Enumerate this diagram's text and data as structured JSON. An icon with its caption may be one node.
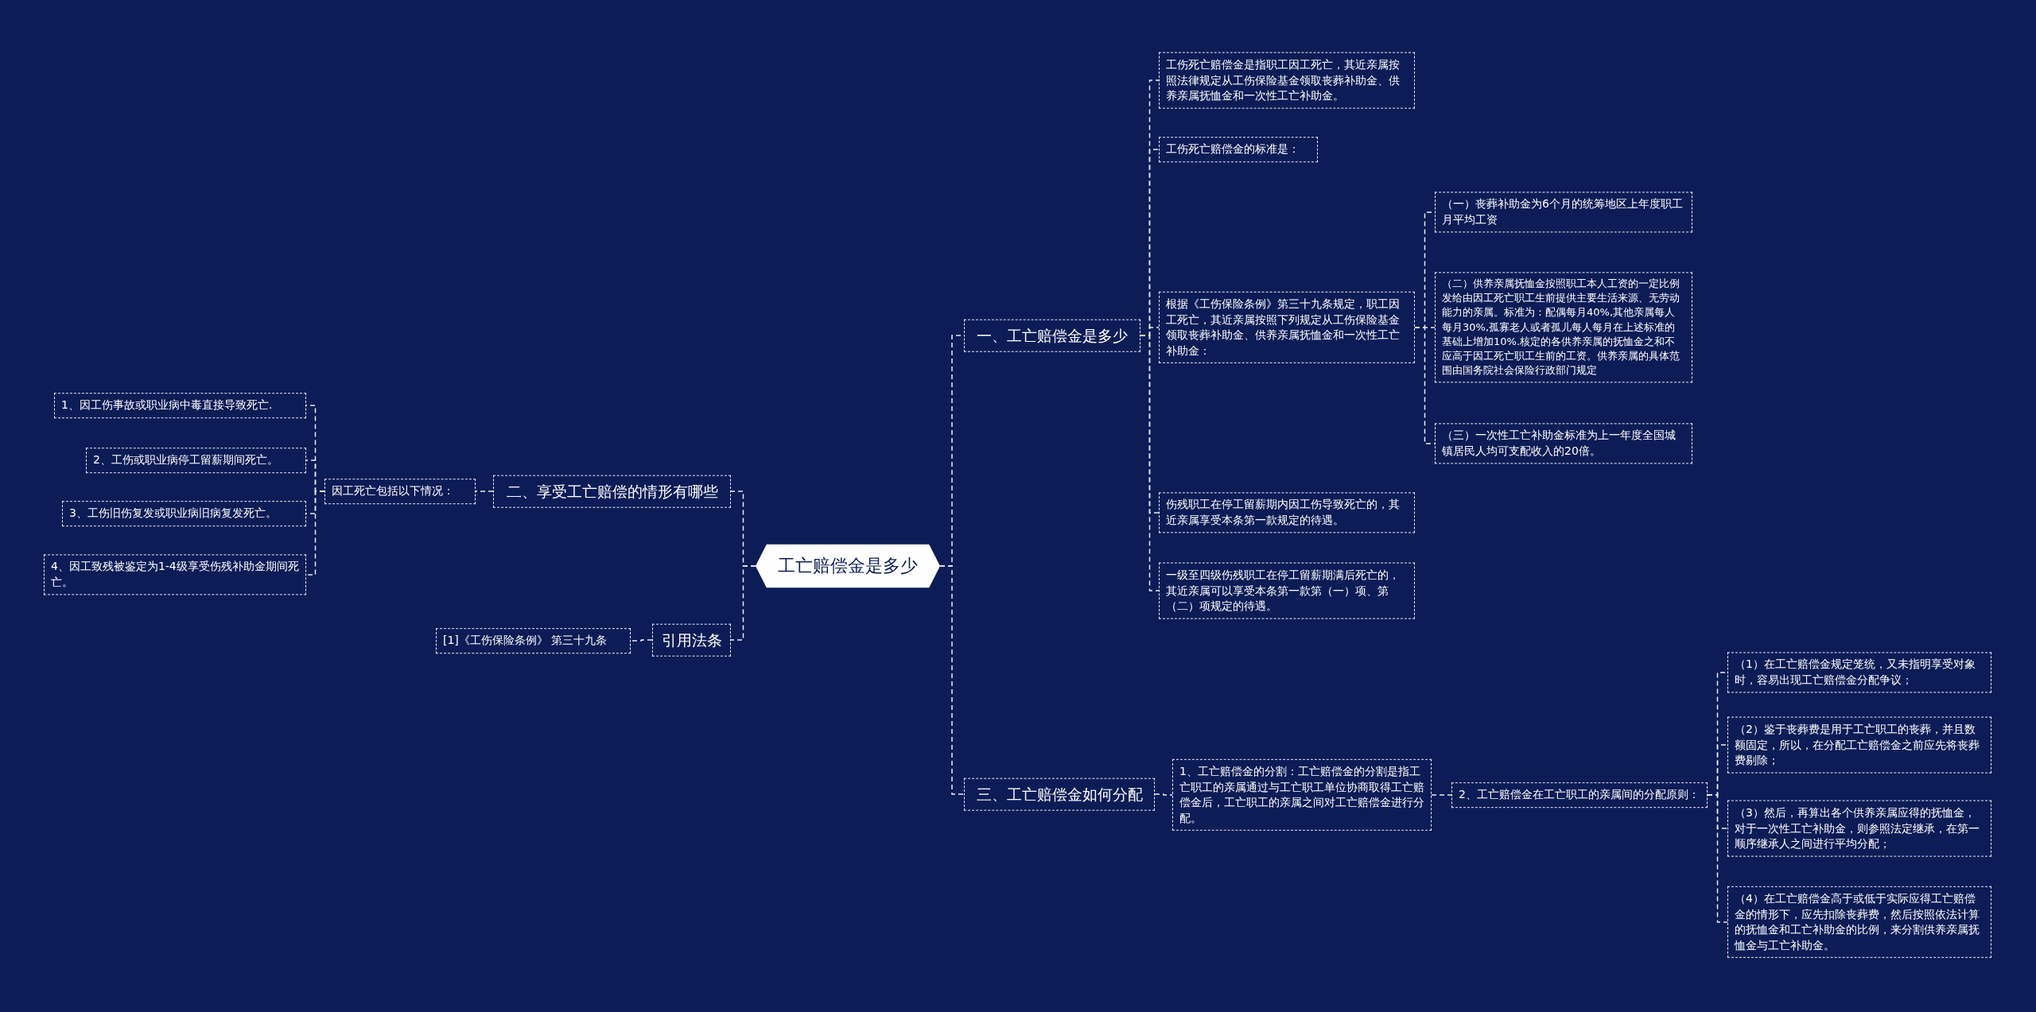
{
  "diagram": {
    "nodes": [
      {
        "text": [
          "工亡赔偿金是多少"
        ]
      },
      {
        "text": [
          "一、工亡赔偿金是多少"
        ]
      },
      {
        "text": [
          "工伤死亡赔偿金是指职工因工死亡，其近亲属按照法律规定从工伤保险基金领取丧葬补助金、供养亲属抚恤金和一次性工亡补助金。"
        ]
      },
      {
        "text": [
          "工伤死亡赔偿金的标准是："
        ]
      },
      {
        "text": [
          "根据《工伤保险条例》第三十九条规定，职工因工死亡，其近亲属按照下列规定从工伤保险基金领取丧葬补助金、供养亲属抚恤金和一次性工亡补助金："
        ]
      },
      {
        "text": [
          "（一）丧葬补助金为6个月的统筹地区上年度职工月平均工资"
        ]
      },
      {
        "text": [
          "（二）供养亲属抚恤金按照职工本人工资的一定比例发给由因工死亡职工生前提供主要生活来源、无劳动能力的亲属。标准为：配偶每月40%,其他亲属每人每月30%,孤寡老人或者孤儿每人每月在上述标准的基础上增加10%.核定的各供养亲属的抚恤金之和不应高于因工死亡职工生前的工资。供养亲属的具体范围由国务院社会保险行政部门规定"
        ]
      },
      {
        "text": [
          "（三）一次性工亡补助金标准为上一年度全国城镇居民人均可支配收入的20倍。"
        ]
      },
      {
        "text": [
          "伤残职工在停工留薪期内因工伤导致死亡的，其近亲属享受本条第一款规定的待遇。"
        ]
      },
      {
        "text": [
          "一级至四级伤残职工在停工留薪期满后死亡的，其近亲属可以享受本条第一款第（一）项、第（二）项规定的待遇。"
        ]
      },
      {
        "text": [
          "二、享受工亡赔偿的情形有哪些"
        ]
      },
      {
        "text": [
          "因工死亡包括以下情况："
        ]
      },
      {
        "text": [
          "1、因工伤事故或职业病中毒直接导致死亡."
        ]
      },
      {
        "text": [
          "2、工伤或职业病停工留薪期间死亡。"
        ]
      },
      {
        "text": [
          "3、工伤旧伤复发或职业病旧病复发死亡。"
        ]
      },
      {
        "text": [
          "4、因工致残被鉴定为1-4级享受伤残补助金期间死亡。"
        ]
      },
      {
        "text": [
          "引用法条"
        ]
      },
      {
        "text": [
          "[1]《工伤保险条例》 第三十九条"
        ]
      },
      {
        "text": [
          "三、工亡赔偿金如何分配"
        ]
      },
      {
        "text": [
          "1、工亡赔偿金的分割：工亡赔偿金的分割是指工亡职工的亲属通过与工亡职工单位协商取得工亡赔偿金后，工亡职工的亲属之间对工亡赔偿金进行分配。"
        ]
      },
      {
        "text": [
          "2、工亡赔偿金在工亡职工的亲属间的分配原则："
        ]
      },
      {
        "text": [
          "（1）在工亡赔偿金规定笼统，又未指明享受对象时，容易出现工亡赔偿金分配争议；"
        ]
      },
      {
        "text": [
          "（2）鉴于丧葬费是用于工亡职工的丧葬，并且数额固定，所以，在分配工亡赔偿金之前应先将丧葬费剔除；"
        ]
      },
      {
        "text": [
          "（3）然后，再算出各个供养亲属应得的抚恤金，对于一次性工亡补助金，则参照法定继承，在第一顺序继承人之间进行平均分配；"
        ]
      },
      {
        "text": [
          "（4）在工亡赔偿金高于或低于实际应得工亡赔偿金的情形下，应先扣除丧葬费，然后按照依法计算的抚恤金和工亡补助金的比例，来分割供养亲属抚恤金与工亡补助金。"
        ]
      }
    ],
    "edges": [
      {
        "from": 0,
        "to": 1,
        "arrow": "none"
      },
      {
        "from": 1,
        "to": 2,
        "arrow": "none"
      },
      {
        "from": 1,
        "to": 3,
        "arrow": "none"
      },
      {
        "from": 1,
        "to": 4,
        "arrow": "none"
      },
      {
        "from": 4,
        "to": 5,
        "arrow": "none"
      },
      {
        "from": 4,
        "to": 6,
        "arrow": "none"
      },
      {
        "from": 4,
        "to": 7,
        "arrow": "none"
      },
      {
        "from": 1,
        "to": 8,
        "arrow": "none"
      },
      {
        "from": 1,
        "to": 9,
        "arrow": "none"
      },
      {
        "from": 0,
        "to": 10,
        "arrow": "none"
      },
      {
        "from": 10,
        "to": 11,
        "arrow": "none"
      },
      {
        "from": 11,
        "to": 12,
        "arrow": "none"
      },
      {
        "from": 11,
        "to": 13,
        "arrow": "none"
      },
      {
        "from": 11,
        "to": 14,
        "arrow": "none"
      },
      {
        "from": 11,
        "to": 15,
        "arrow": "none"
      },
      {
        "from": 0,
        "to": 16,
        "arrow": "none"
      },
      {
        "from": 16,
        "to": 17,
        "arrow": "none"
      },
      {
        "from": 0,
        "to": 18,
        "arrow": "none"
      },
      {
        "from": 18,
        "to": 19,
        "arrow": "none"
      },
      {
        "from": 19,
        "to": 20,
        "arrow": "none"
      },
      {
        "from": 20,
        "to": 21,
        "arrow": "none"
      },
      {
        "from": 20,
        "to": 22,
        "arrow": "none"
      },
      {
        "from": 20,
        "to": 23,
        "arrow": "none"
      },
      {
        "from": 20,
        "to": 24,
        "arrow": "none"
      }
    ]
  }
}
